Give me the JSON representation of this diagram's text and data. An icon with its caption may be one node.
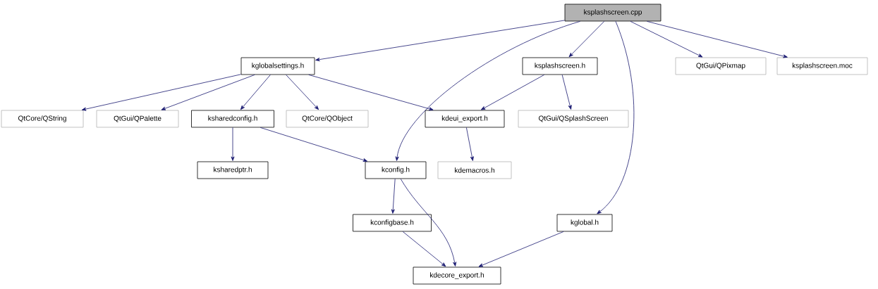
{
  "diagram": {
    "nodes": [
      {
        "text": [
          "ksplashscreen.cpp"
        ]
      },
      {
        "text": [
          "kglobalsettings.h"
        ]
      },
      {
        "text": [
          "ksplashscreen.h"
        ]
      },
      {
        "text": [
          "QtGui/QPixmap"
        ]
      },
      {
        "text": [
          "ksplashscreen.moc"
        ]
      },
      {
        "text": [
          "QtCore/QString"
        ]
      },
      {
        "text": [
          "QtGui/QPalette"
        ]
      },
      {
        "text": [
          "ksharedconfig.h"
        ]
      },
      {
        "text": [
          "QtCore/QObject"
        ]
      },
      {
        "text": [
          "kdeui_export.h"
        ]
      },
      {
        "text": [
          "QtGui/QSplashScreen"
        ]
      },
      {
        "text": [
          "ksharedptr.h"
        ]
      },
      {
        "text": [
          "kconfig.h"
        ]
      },
      {
        "text": [
          "kdemacros.h"
        ]
      },
      {
        "text": [
          "kconfigbase.h"
        ]
      },
      {
        "text": [
          "kglobal.h"
        ]
      },
      {
        "text": [
          "kdecore_export.h"
        ]
      }
    ],
    "edges": [
      {
        "from": 0,
        "to": 1,
        "arrow": "to"
      },
      {
        "from": 0,
        "to": 12,
        "arrow": "to"
      },
      {
        "from": 0,
        "to": 2,
        "arrow": "to"
      },
      {
        "from": 0,
        "to": 15,
        "arrow": "to"
      },
      {
        "from": 0,
        "to": 3,
        "arrow": "to"
      },
      {
        "from": 0,
        "to": 4,
        "arrow": "to"
      },
      {
        "from": 1,
        "to": 5,
        "arrow": "to"
      },
      {
        "from": 1,
        "to": 6,
        "arrow": "to"
      },
      {
        "from": 1,
        "to": 7,
        "arrow": "to"
      },
      {
        "from": 1,
        "to": 8,
        "arrow": "to"
      },
      {
        "from": 1,
        "to": 9,
        "arrow": "to"
      },
      {
        "from": 2,
        "to": 9,
        "arrow": "to"
      },
      {
        "from": 2,
        "to": 10,
        "arrow": "to"
      },
      {
        "from": 7,
        "to": 11,
        "arrow": "to"
      },
      {
        "from": 7,
        "to": 12,
        "arrow": "to"
      },
      {
        "from": 9,
        "to": 13,
        "arrow": "to"
      },
      {
        "from": 12,
        "to": 14,
        "arrow": "to"
      },
      {
        "from": 12,
        "to": 16,
        "arrow": "to"
      },
      {
        "from": 14,
        "to": 16,
        "arrow": "to"
      },
      {
        "from": 15,
        "to": 16,
        "arrow": "to"
      }
    ]
  }
}
